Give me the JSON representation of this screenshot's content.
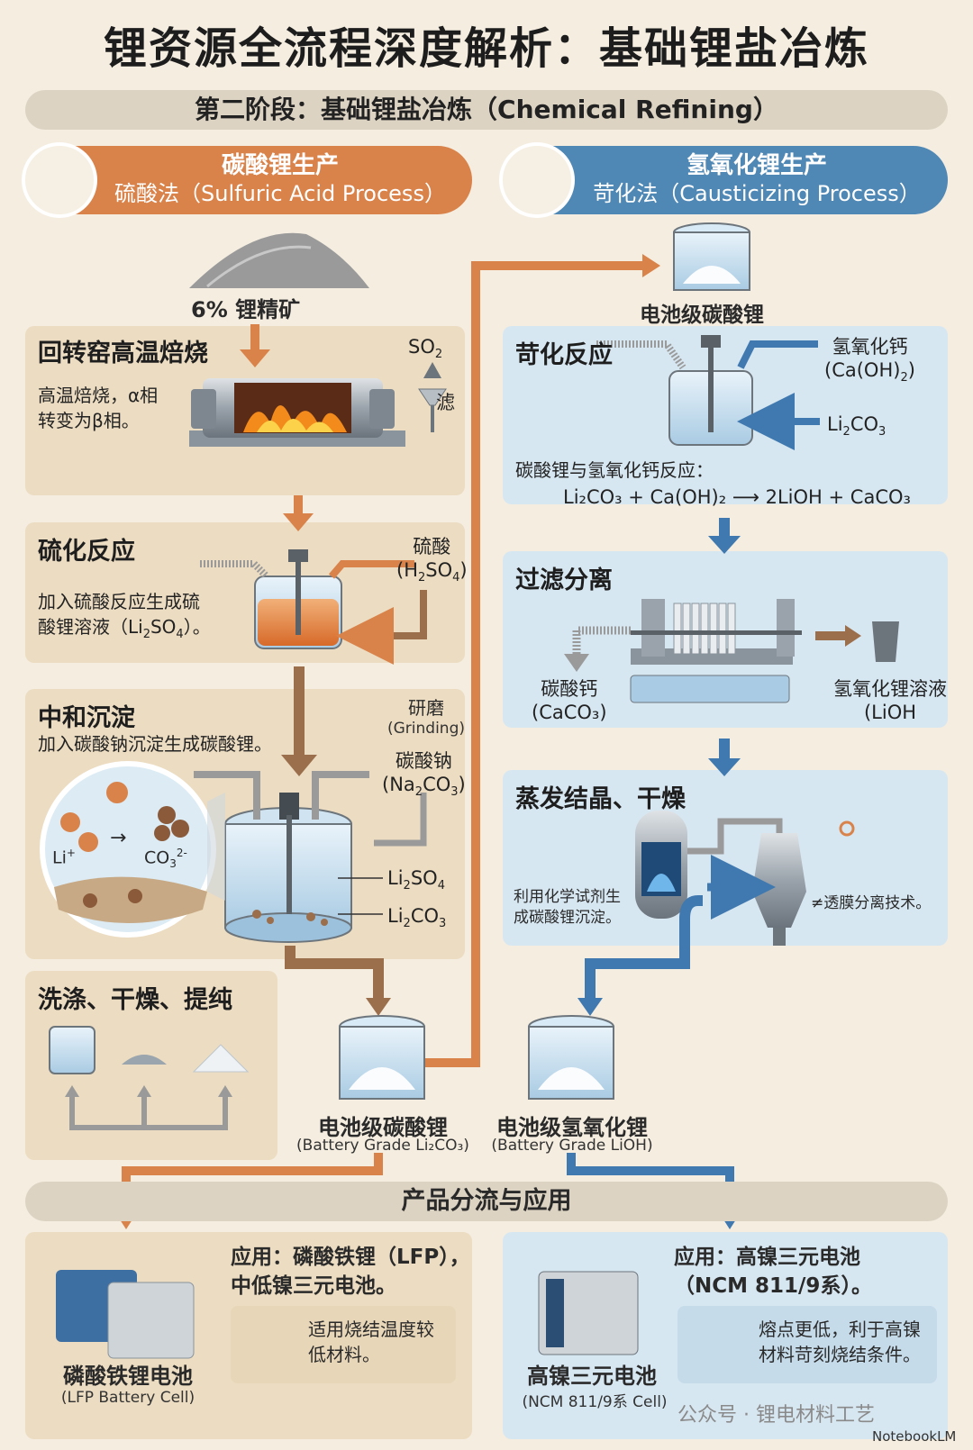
{
  "title": "锂资源全流程深度解析：基础锂盐冶炼",
  "stage_bar": "第二阶段：基础锂盐冶炼（Chemical Refining）",
  "left_header": {
    "line1": "碳酸锂生产",
    "line2": "硫酸法（Sulfuric Acid Process）"
  },
  "right_header": {
    "line1": "氢氧化锂生产",
    "line2": "苛化法（Causticizing Process）"
  },
  "left": {
    "ore_label": "6% 锂精矿",
    "roast": {
      "title": "回转窑高温焙烧",
      "desc_1": "高温焙烧，α相",
      "desc_2": "转变为β相。",
      "so2": "SO",
      "so2_sub": "2",
      "filter": "滤"
    },
    "sulfation": {
      "title": "硫化反应",
      "acid_1": "硫酸",
      "acid_2a": "(H",
      "acid_2b": "2",
      "acid_2c": "SO",
      "acid_2d": "4",
      "acid_2e": ")",
      "desc_1": "加入硫酸反应生成硫",
      "desc_2": "酸锂溶液（Li",
      "desc_2b": "2",
      "desc_2c": "SO",
      "desc_2d": "4",
      "desc_2e": "）。"
    },
    "neutral": {
      "title": "中和沉淀",
      "desc": "加入碳酸钠沉淀生成碳酸锂。",
      "grind_1": "研磨",
      "grind_2": "(Grinding)",
      "soda_1": "碳酸钠",
      "soda_2a": "(Na",
      "soda_2b": "2",
      "soda_2c": "CO",
      "soda_2d": "3",
      "soda_2e": ")",
      "li2so4": "Li",
      "li2so4_b": "2",
      "li2so4_c": "SO",
      "li2so4_d": "4",
      "li2co3": "Li",
      "li2co3_b": "2",
      "li2co3_c": "CO",
      "li2co3_d": "3",
      "ion_li": "Li",
      "ion_plus": "+",
      "ion_co3": "CO",
      "ion_co3_sub": "3",
      "ion_co3_sup": "2-"
    },
    "wash": {
      "title": "洗涤、干燥、提纯"
    }
  },
  "right": {
    "input_label": "电池级碳酸锂",
    "caustic": {
      "title": "苛化反应",
      "reagent_1": "氢氧化钙",
      "reagent_2": "(Ca(OH)",
      "reagent_2b": "2",
      "reagent_2c": ")",
      "li_in": "Li",
      "li_in_b": "2",
      "li_in_c": "CO",
      "li_in_d": "3",
      "desc": "碳酸锂与氢氧化钙反应：",
      "eq": "Li₂CO₃ + Ca(OH)₂ ⟶ 2LiOH + CaCO₃"
    },
    "filter": {
      "title": "过滤分离",
      "out_left_1": "碳酸钙",
      "out_left_2": "(CaCO₃)",
      "out_right_1": "氢氧化锂溶液",
      "out_right_2": "(LiOH"
    },
    "evap": {
      "title": "蒸发结晶、干燥",
      "desc_1": "利用化学试剂生",
      "desc_2": "成碳酸锂沉淀。",
      "right_text": "≠透膜分离技术。"
    }
  },
  "products": {
    "li2co3": {
      "name": "电池级碳酸锂",
      "sub": "(Battery Grade Li₂CO₃)"
    },
    "lioh": {
      "name": "电池级氢氧化锂",
      "sub": "(Battery Grade LiOH)"
    }
  },
  "app_bar": "产品分流与应用",
  "apps": {
    "lfp": {
      "app_1": "应用：磷酸铁锂（LFP），",
      "app_2": "中低镍三元电池。",
      "note_1": "适用烧结温度较",
      "note_2": "低材料。",
      "name": "磷酸铁锂电池",
      "sub": "(LFP Battery Cell)"
    },
    "ncm": {
      "app_1": "应用：高镍三元电池",
      "app_2": "（NCM 811/9系）。",
      "note_1": "熔点更低，利于高镍",
      "note_2": "材料苛刻烧结条件。",
      "name": "高镍三元电池",
      "sub": "(NCM 811/9系 Cell)"
    }
  },
  "watermark": "公众号 · 锂电材料工艺",
  "brand": "NotebookLM",
  "colors": {
    "orange": "#d9824a",
    "blue": "#4f87b5",
    "brown_arrow": "#b07a4f",
    "blue_arrow": "#3f79b0"
  }
}
